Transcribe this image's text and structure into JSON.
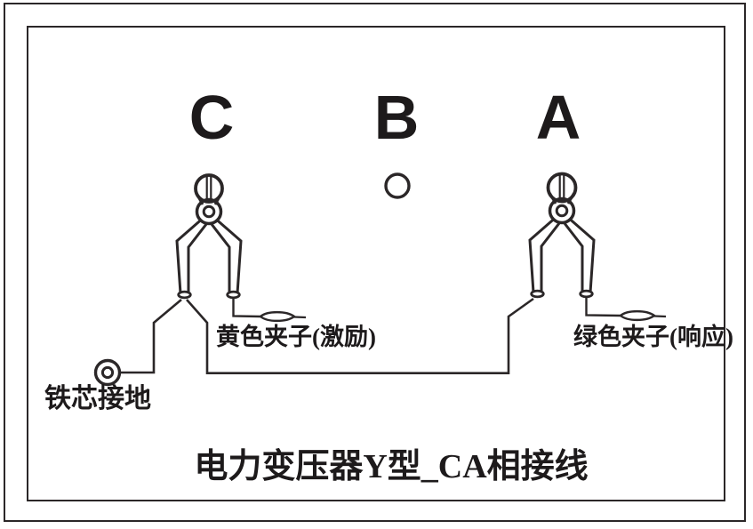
{
  "diagram": {
    "title": "电力变压器Y型_CA相接线",
    "phase_labels": {
      "c": "C",
      "b": "B",
      "a": "A"
    },
    "yellow_clamp_label": "黄色夹子(激励)",
    "green_clamp_label": "绿色夹子(响应)",
    "ground_label": "铁芯接地",
    "colors": {
      "clamp_yellow": "#f2b101",
      "clamp_green": "#1ba24b",
      "line": "#2b2728"
    }
  }
}
